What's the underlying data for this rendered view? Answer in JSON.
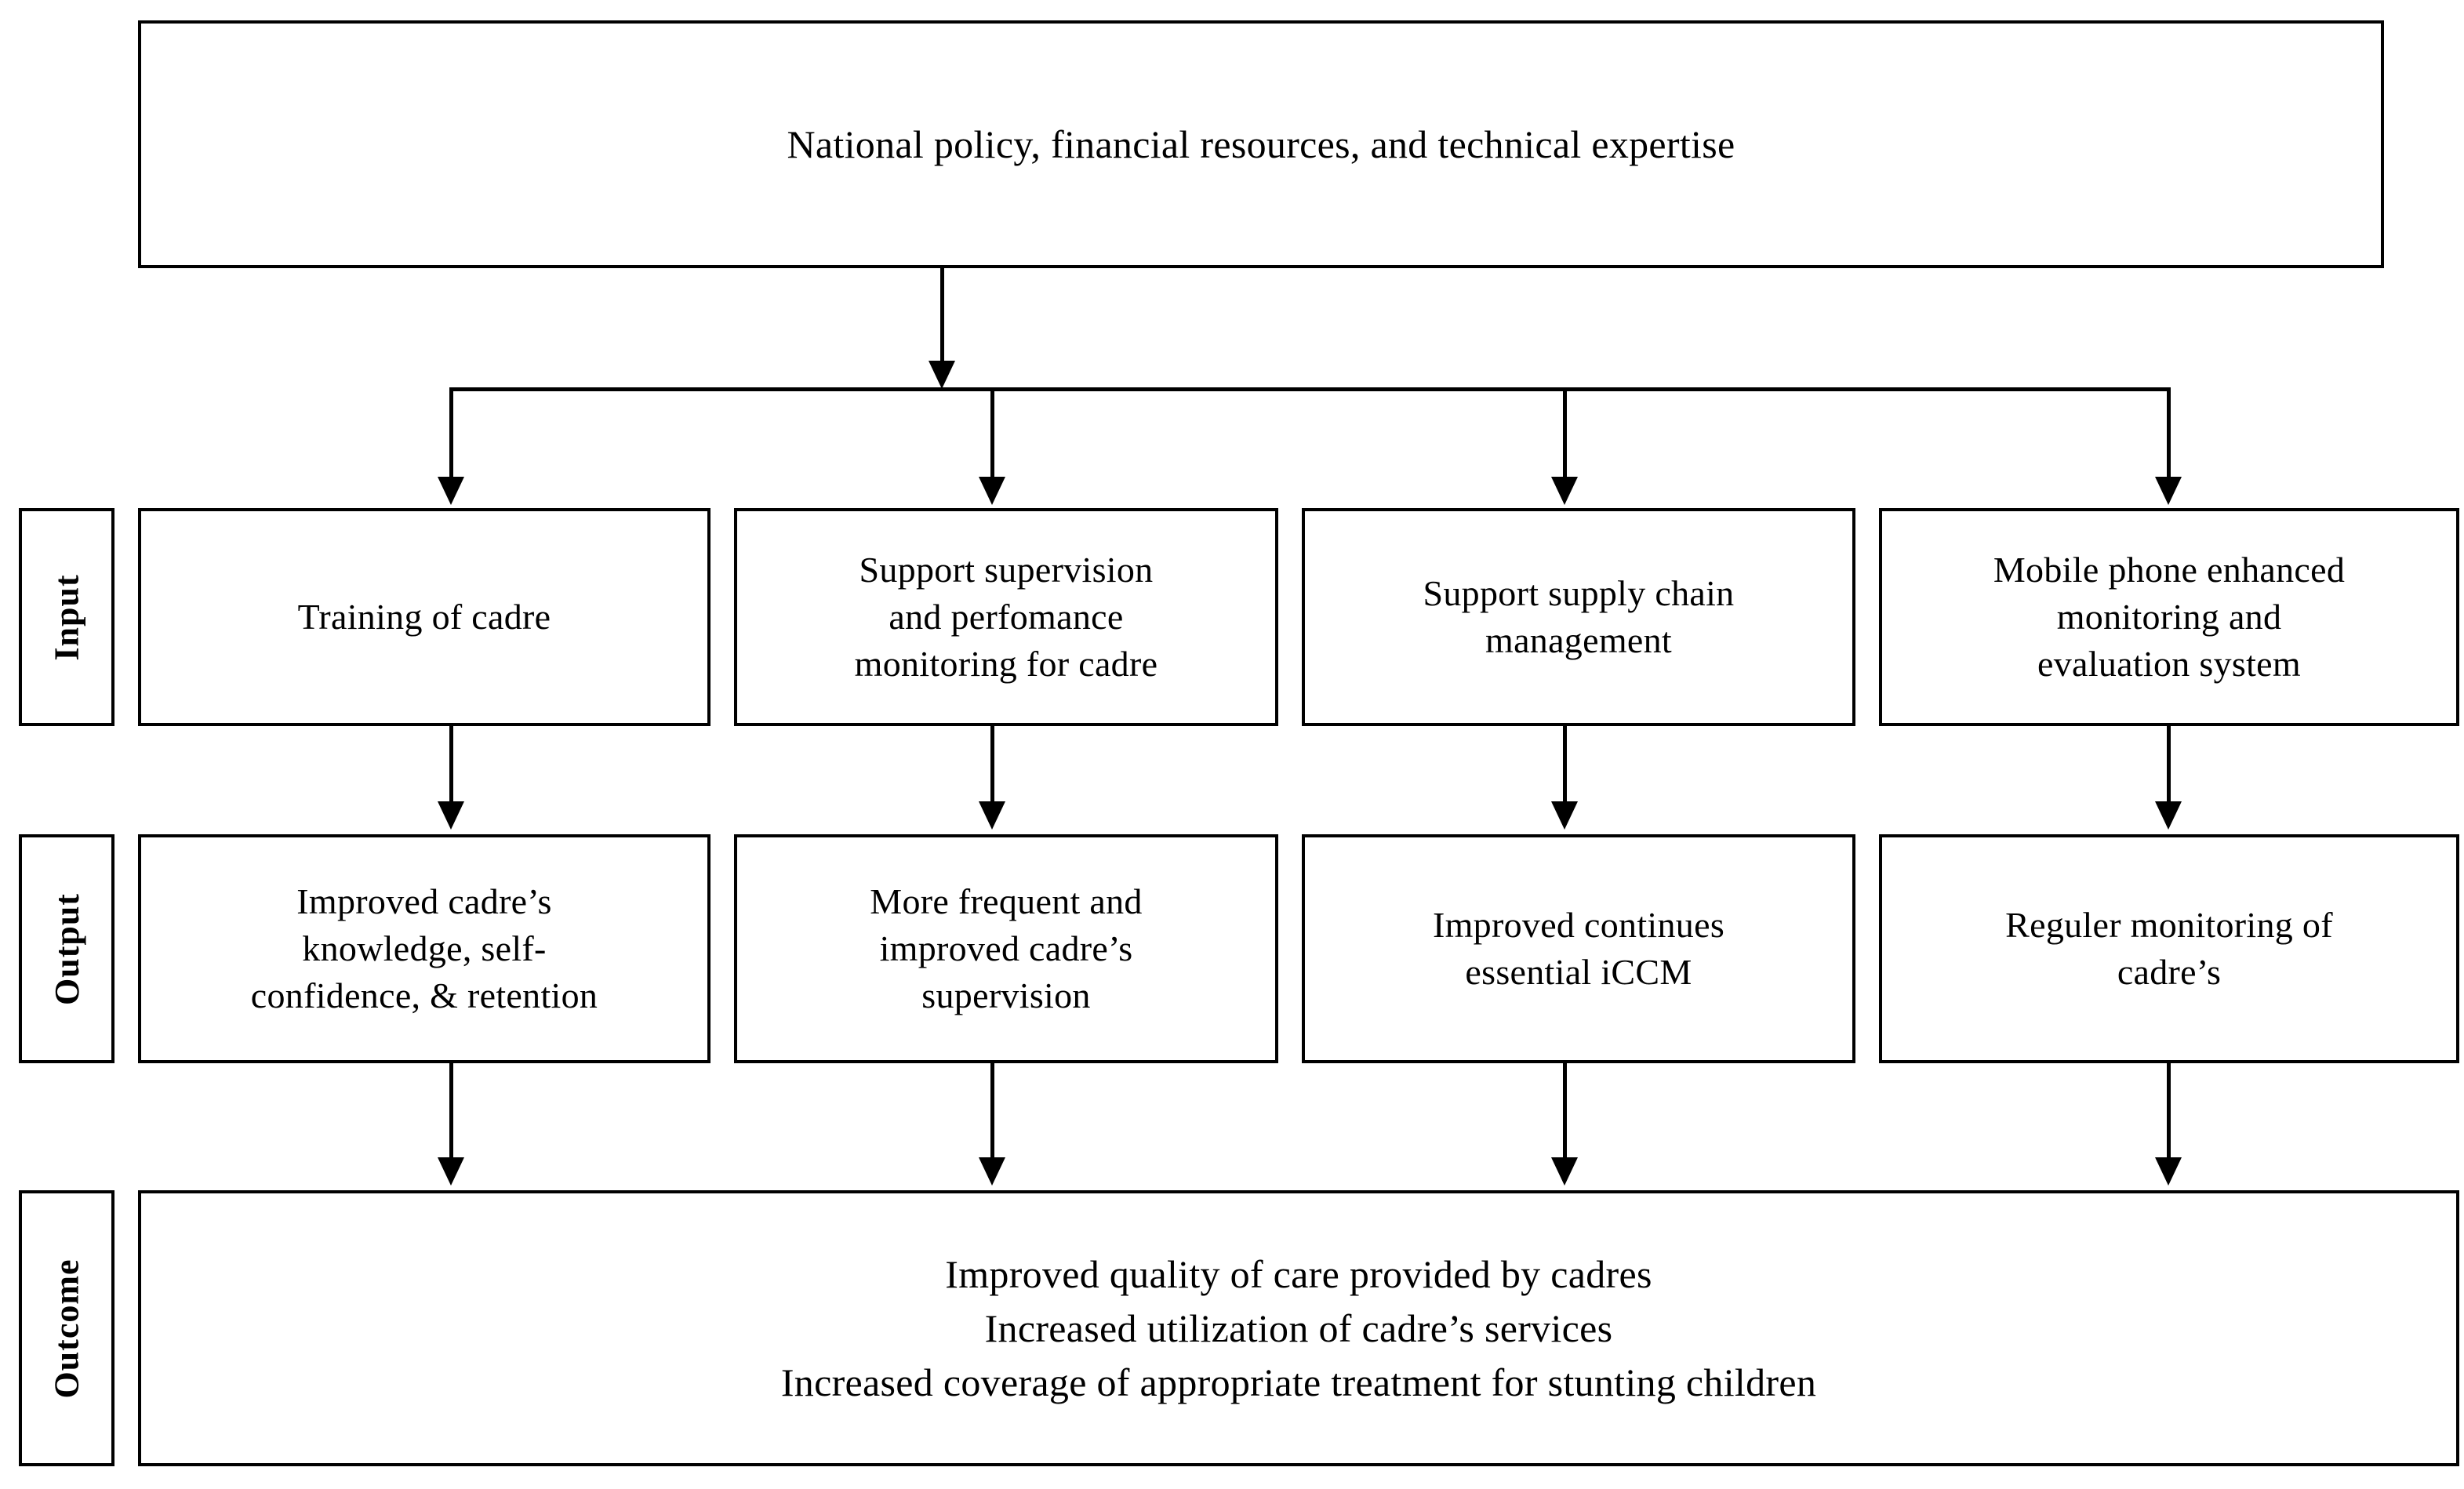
{
  "diagram": {
    "title_box": {
      "text": "National policy, financial resources, and technical expertise"
    },
    "row_labels": {
      "input": "Input",
      "output": "Output",
      "outcome": "Outcome"
    },
    "input_boxes": [
      {
        "text": "Training  of cadre"
      },
      {
        "text": "Support supervision\nand perfomance\nmonitoring  for cadre"
      },
      {
        "text": "Support supply  chain\nmanagement"
      },
      {
        "text": "Mobile phone enhanced\nmonitoring and\nevaluation system"
      }
    ],
    "output_boxes": [
      {
        "text": "Improved cadre’s\nknowledge, self-\nconfidence, & retention"
      },
      {
        "text": "More frequent and\nimproved  cadre’s\nsupervision"
      },
      {
        "text": "Improved continues\nessential iCCM"
      },
      {
        "text": "Reguler monitoring of\ncadre’s"
      }
    ],
    "outcome_box": {
      "text": "Improved quality of care provided by cadres\nIncreased utilization  of cadre’s services\nIncreased coverage of appropriate treatment for stunting children"
    },
    "colors": {
      "stroke": "#000000",
      "background": "#ffffff",
      "text": "#000000"
    }
  }
}
